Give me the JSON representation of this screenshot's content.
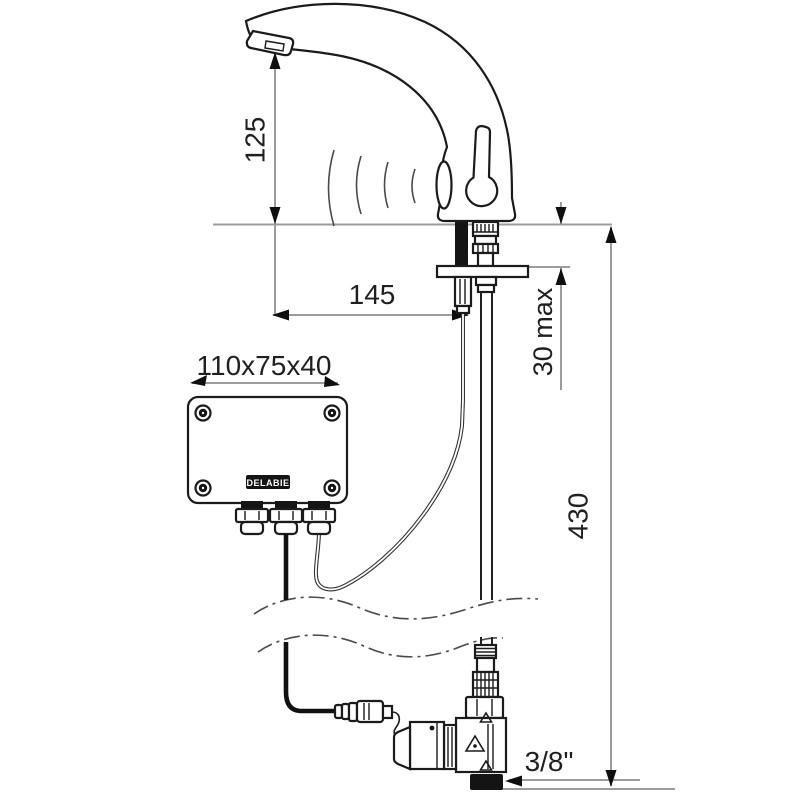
{
  "drawing": {
    "brand": "DELABIE",
    "dims": {
      "spout_height": "125",
      "spout_reach": "145",
      "deck_max": "30 max",
      "hose_length": "430",
      "box_size": "110x75x40",
      "connection": "3/8\""
    },
    "colors": {
      "line": "#1b1b1b",
      "dimension_line": "#9c9c9c",
      "text": "#1f1f1f"
    }
  }
}
